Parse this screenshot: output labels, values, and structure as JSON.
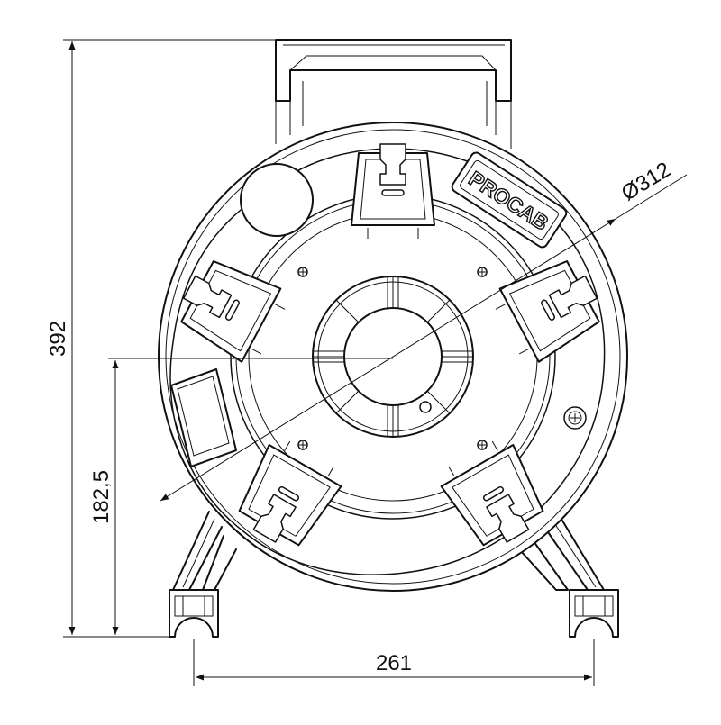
{
  "drawing": {
    "type": "technical-dimension-drawing",
    "brand_logo_text": "PROCAB",
    "dimensions": {
      "height": "392",
      "hub_height": "182,5",
      "width": "261",
      "diameter": "Ø312"
    },
    "line_color": "#111111",
    "background_color": "#ffffff"
  }
}
